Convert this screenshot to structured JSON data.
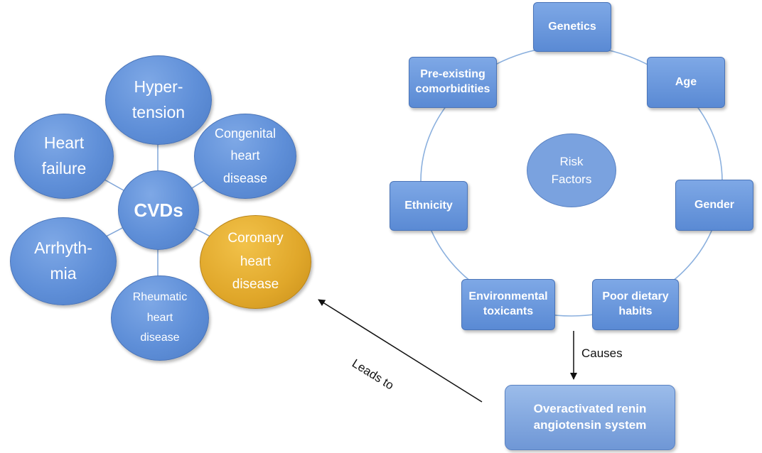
{
  "cvd": {
    "center": "CVDs",
    "hypertension": "Hyper-\ntension",
    "heart_failure": "Heart\nfailure",
    "congenital": "Congenital\nheart\ndisease",
    "arrhythmia": "Arrhyth-\nmia",
    "coronary": "Coronary\nheart\ndisease",
    "rheumatic": "Rheumatic\nheart\ndisease"
  },
  "risk": {
    "center": "Risk\nFactors",
    "genetics": "Genetics",
    "age": "Age",
    "gender": "Gender",
    "poor_dietary": "Poor dietary\nhabits",
    "environmental": "Environmental\ntoxicants",
    "ethnicity": "Ethnicity",
    "comorbidities": "Pre-existing\ncomorbidities"
  },
  "raas": "Overactivated renin\nangiotensin system",
  "labels": {
    "causes": "Causes",
    "leads_to": "Leads to"
  },
  "colors": {
    "node_blue": "#5f8fd8",
    "highlight_gold": "#e0a72a",
    "connector": "#7fa5d8"
  }
}
